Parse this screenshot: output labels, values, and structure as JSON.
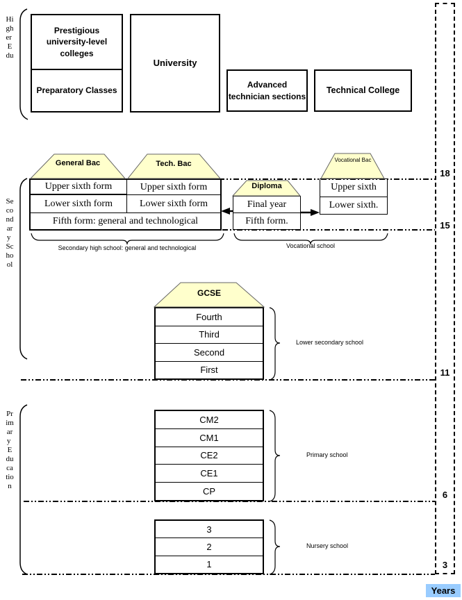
{
  "higher_edu": {
    "side_label": "Higher Edu",
    "prestigious_box": "Prestigious university-level colleges",
    "preparatory_box": "Preparatory Classes",
    "university_box": "University",
    "advanced_box": "Advanced technician sections",
    "technical_box": "Technical College"
  },
  "secondary": {
    "side_label": "Secondary School",
    "general_bac_label": "General Bac",
    "tech_bac_label": "Tech. Bac",
    "vocational_bac_label": "Vocational Bac",
    "diploma_label": "Diploma",
    "gcse_label": "GCSE",
    "sixth_form_table": {
      "rows": [
        [
          "Upper sixth form",
          "Upper sixth form"
        ],
        [
          "Lower sixth form",
          "Lower sixth form"
        ]
      ],
      "merged_row": "Fifth form: general and technological"
    },
    "diploma_table": {
      "rows": [
        "Final year",
        "Fifth form."
      ]
    },
    "vocational_table": {
      "rows": [
        "Upper sixth",
        "Lower sixth."
      ]
    },
    "gcse_table": {
      "rows": [
        "Fourth",
        "Third",
        "Second",
        "First"
      ]
    },
    "brace_labels": {
      "general_track": "Secondary high school: general and technological",
      "vocational_track": "Vocational school",
      "lower_secondary": "Lower secondary school"
    }
  },
  "primary": {
    "side_label": "Primary Education",
    "primary_table": {
      "rows": [
        "CM2",
        "CM1",
        "CE2",
        "CE1",
        "CP"
      ]
    },
    "nursery_table": {
      "rows": [
        "3",
        "2",
        "1"
      ]
    },
    "brace_labels": {
      "primary_school": "Primary school",
      "nursery_school": "Nursery school"
    }
  },
  "timeline": {
    "ages": [
      "18",
      "15",
      "11",
      "6",
      "3"
    ],
    "years_label": "Years"
  },
  "colors": {
    "trapezoid_fill": "#ffffcc",
    "years_highlight": "#99ccff"
  }
}
